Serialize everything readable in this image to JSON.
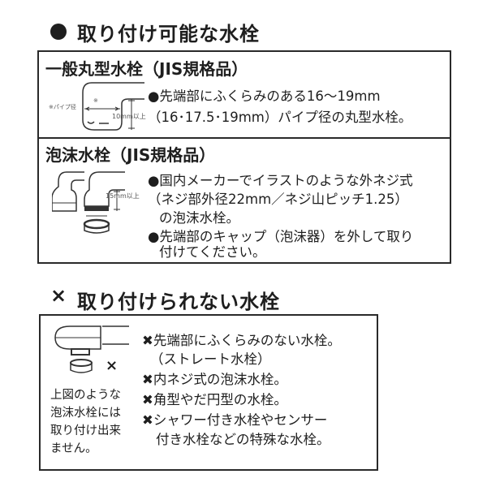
{
  "section_ok": {
    "title": "取り付け可能な水栓",
    "standard_round": {
      "heading": "一般丸型水栓（JIS規格品）",
      "diagram_labels": {
        "pipe": "※パイプ径",
        "mark": "※",
        "height": "10mm以上"
      },
      "lines": [
        "●先端部にふくらみのある16～19mm",
        "（16･17.5･19mm）パイプ径の丸型水栓。"
      ]
    },
    "aerator": {
      "heading": "泡沫水栓（JIS規格品）",
      "diagram_labels": {
        "height": "15mm以上"
      },
      "lines": [
        "●国内メーカーでイラストのような外ネジ式",
        "（ネジ部外径22mm／ネジ山ピッチ1.25）",
        "の泡沫水栓。",
        "●先端部のキャップ（泡沫器）を外して取り",
        "付けてください。"
      ]
    }
  },
  "section_ng": {
    "title": "取り付けられない水栓",
    "title_mark": "×",
    "diagram_mark": "×",
    "caption": [
      "上図のような",
      "泡沫水栓には",
      "取り付け出来",
      "ません。"
    ],
    "lines": [
      "✖先端部にふくらみのない水栓。",
      "（ストレート水栓）",
      "✖内ネジ式の泡沫水栓。",
      "✖角型やだ円型の水栓。",
      "✖シャワー付き水栓やセンサー",
      "付き水栓などの特殊な水栓。"
    ]
  }
}
